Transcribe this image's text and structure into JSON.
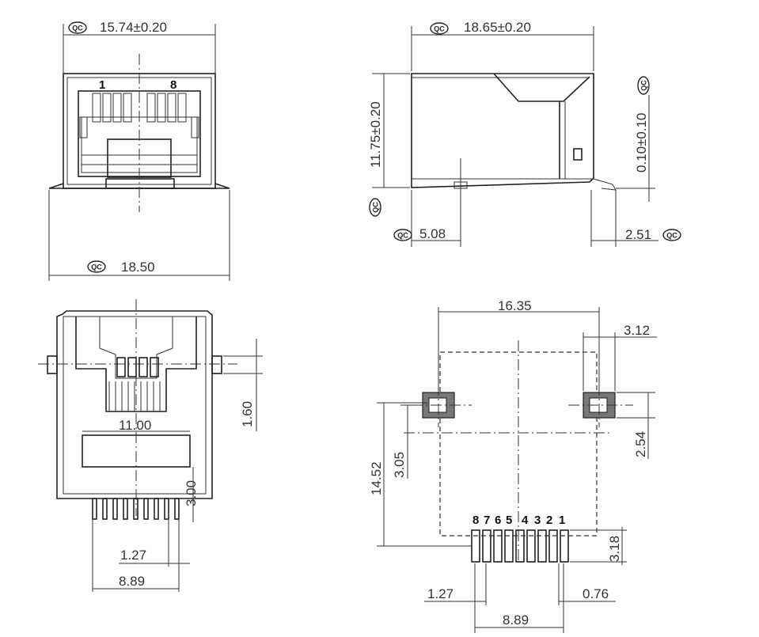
{
  "quality_mark": "QC",
  "front_view": {
    "width_top": "15.74±0.20",
    "width_bottom": "18.50",
    "pin_first": "1",
    "pin_last": "8"
  },
  "side_view": {
    "length": "18.65±0.20",
    "height": "11.75±0.20",
    "coplanarity": "0.10±0.10",
    "post_offset": "5.08",
    "lead_extension": "2.51"
  },
  "back_view": {
    "post_height": "1.60",
    "inner_width": "11.00",
    "pin_height": "3.00",
    "pin_pitch": "1.27",
    "pin_span": "8.89"
  },
  "footprint": {
    "post_spacing": "16.35",
    "post_offset_right": "3.12",
    "post_offset_y": "2.54",
    "post_to_row": "3.05",
    "overall_depth": "14.52",
    "row_offset": "3.18",
    "pin_pitch": "1.27",
    "hole_diameter": "0.76",
    "pin_span": "8.89",
    "pin_numbers": [
      "8",
      "7",
      "6",
      "5",
      "4",
      "3",
      "2",
      "1"
    ]
  }
}
